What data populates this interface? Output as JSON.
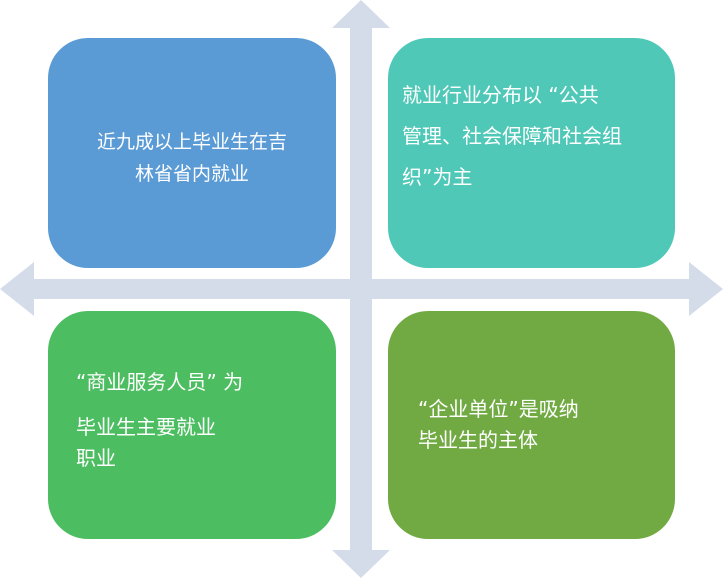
{
  "colors": {
    "axis": "#d4dcea",
    "box_blue": "#5b9bd5",
    "box_teal": "#4fc8b7",
    "box_green": "#4cbe61",
    "box_olive": "#71aa43",
    "text": "#ffffff"
  },
  "quadrants": {
    "top_left": {
      "lines": [
        "近九成以上毕业生在吉",
        "林省省内就业"
      ]
    },
    "top_right": {
      "lines": [
        "就业行业分布以 “公共",
        "管理、社会保障和社会组",
        "织”为主"
      ]
    },
    "bottom_left": {
      "lines": [
        "“商业服务人员” 为",
        "毕业生主要就业",
        "职业"
      ]
    },
    "bottom_right": {
      "lines": [
        "“企业单位”是吸纳",
        "毕业生的主体"
      ]
    }
  }
}
